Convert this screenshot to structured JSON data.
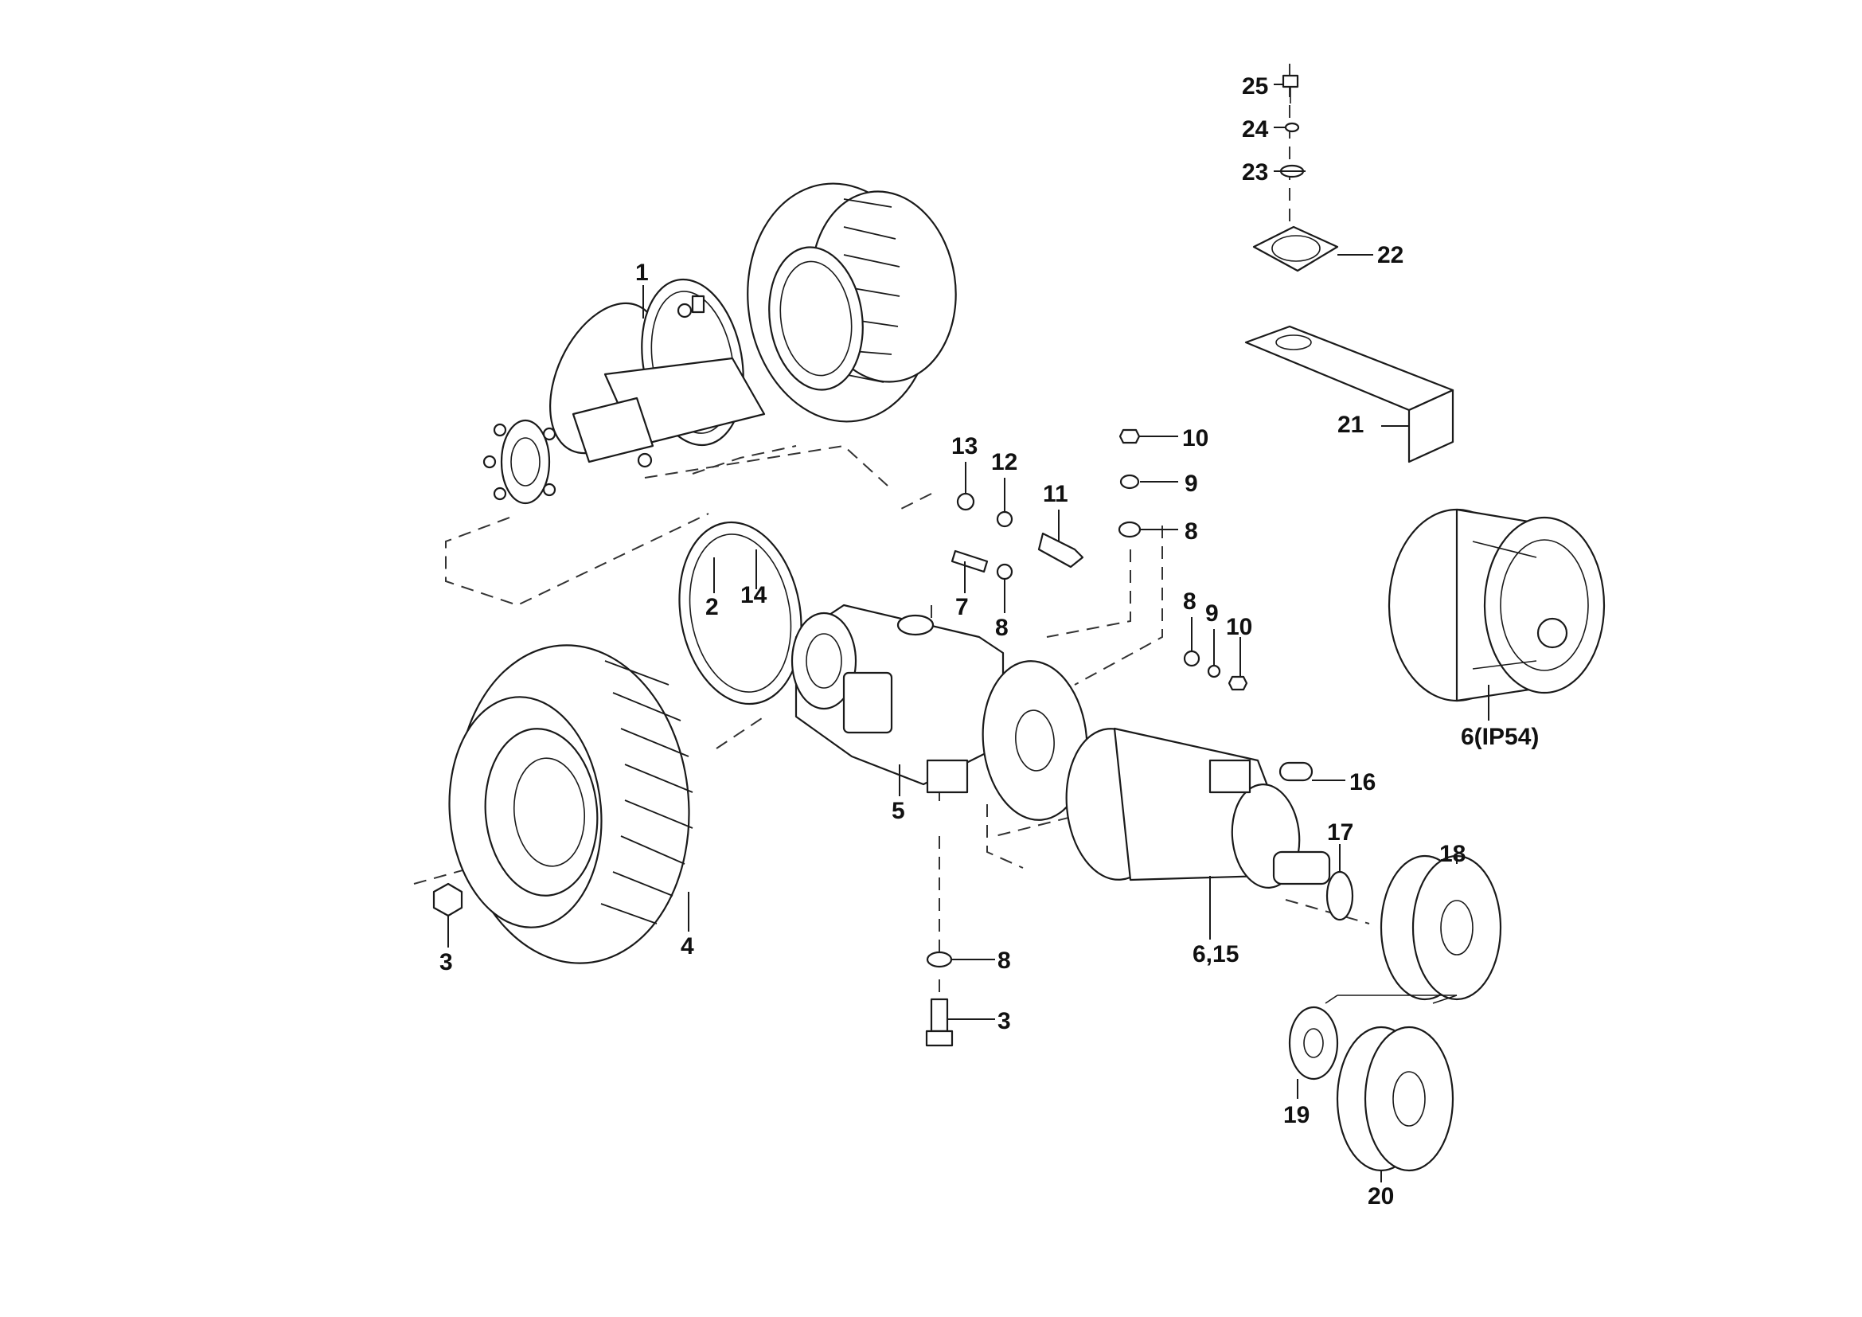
{
  "diagram": {
    "type": "exploded parts view",
    "callouts": [
      {
        "id": "c1",
        "text": "1"
      },
      {
        "id": "c2",
        "text": "2"
      },
      {
        "id": "c3a",
        "text": "3"
      },
      {
        "id": "c3b",
        "text": "3"
      },
      {
        "id": "c4",
        "text": "4"
      },
      {
        "id": "c5",
        "text": "5"
      },
      {
        "id": "c6",
        "text": "6,15"
      },
      {
        "id": "c6ip",
        "text": "6(IP54)"
      },
      {
        "id": "c7",
        "text": "7"
      },
      {
        "id": "c8a",
        "text": "8"
      },
      {
        "id": "c8b",
        "text": "8"
      },
      {
        "id": "c8c",
        "text": "8"
      },
      {
        "id": "c8d",
        "text": "8"
      },
      {
        "id": "c9a",
        "text": "9"
      },
      {
        "id": "c9b",
        "text": "9"
      },
      {
        "id": "c10a",
        "text": "10"
      },
      {
        "id": "c10b",
        "text": "10"
      },
      {
        "id": "c11",
        "text": "11"
      },
      {
        "id": "c12",
        "text": "12"
      },
      {
        "id": "c13",
        "text": "13"
      },
      {
        "id": "c14",
        "text": "14"
      },
      {
        "id": "c16",
        "text": "16"
      },
      {
        "id": "c17",
        "text": "17"
      },
      {
        "id": "c18",
        "text": "18"
      },
      {
        "id": "c19",
        "text": "19"
      },
      {
        "id": "c20",
        "text": "20"
      },
      {
        "id": "c21",
        "text": "21"
      },
      {
        "id": "c22",
        "text": "22"
      },
      {
        "id": "c23",
        "text": "23"
      },
      {
        "id": "c24",
        "text": "24"
      },
      {
        "id": "c25",
        "text": "25"
      }
    ]
  }
}
